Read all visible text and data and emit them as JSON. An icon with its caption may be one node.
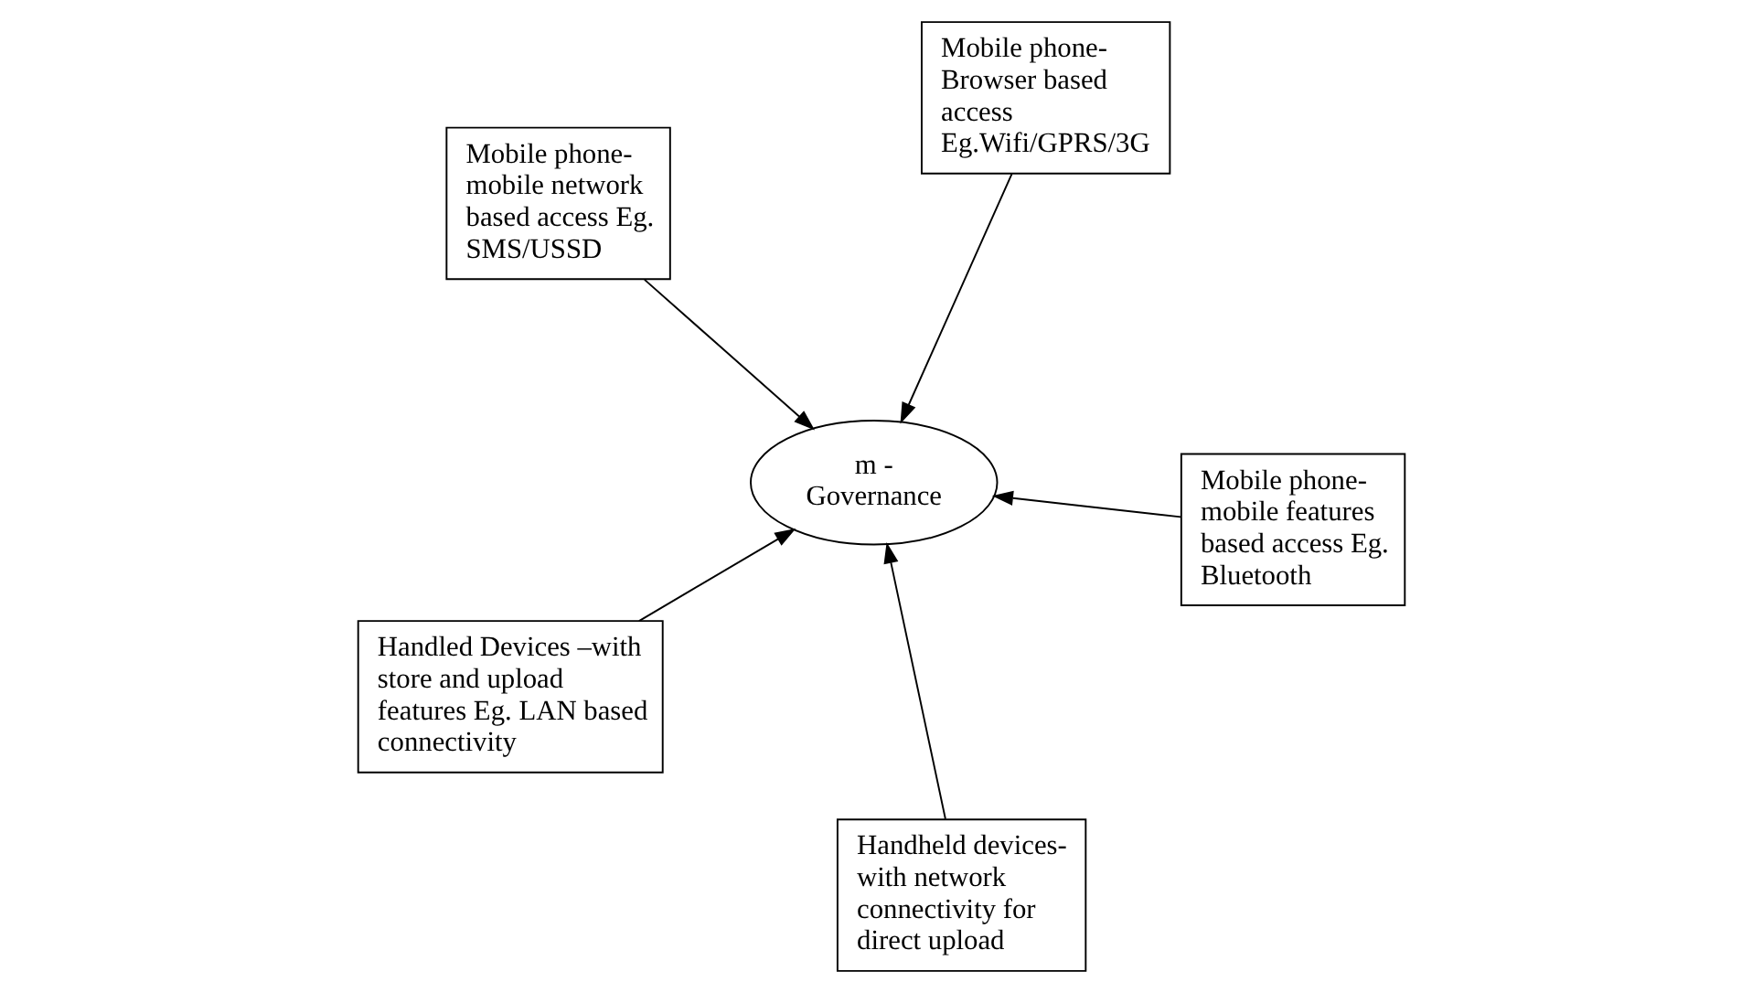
{
  "diagram": {
    "nodes": [
      {
        "text": [
          "Mobile phone-mobile network based access Eg. SMS/USSD"
        ]
      },
      {
        "text": [
          "Mobile phone-mobile features based access Eg. Bluetooth"
        ]
      },
      {
        "text": [
          "Handheld devices-with network connectivity for direct upload"
        ]
      },
      {
        "text": [
          "m - Governance"
        ]
      },
      {
        "text": [
          "Mobile phone-Browser based access Eg.Wifi/GPRS/3G"
        ]
      },
      {
        "text": [
          "Handled Devices –with store and upload features Eg. LAN based connectivity"
        ]
      }
    ],
    "edges": [
      {
        "from": 0,
        "to": 3,
        "arrow": "to"
      },
      {
        "from": 1,
        "to": 3,
        "arrow": "to"
      },
      {
        "from": 2,
        "to": 3,
        "arrow": "to"
      },
      {
        "from": 4,
        "to": 3,
        "arrow": "to"
      },
      {
        "from": 5,
        "to": 3,
        "arrow": "to"
      }
    ]
  }
}
